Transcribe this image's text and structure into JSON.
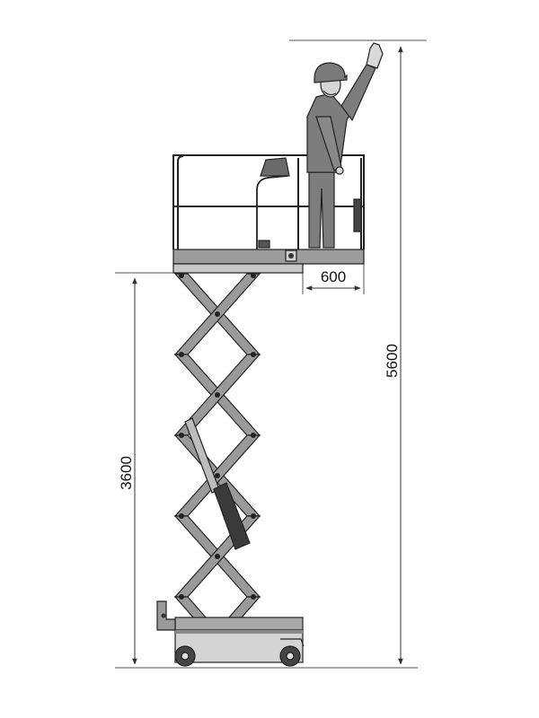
{
  "dimensions": {
    "platform_extension": "600",
    "platform_height": "3600",
    "working_height": "5600"
  },
  "colors": {
    "line": "#222222",
    "metal": "#8f8f8f",
    "metal_light": "#b4b4b4",
    "metal_dark": "#5a5a5a",
    "figure": "#7d7d7d",
    "dimension": "#333333"
  },
  "icons": [
    "worker-figure",
    "scissor-lift",
    "wheel-icon",
    "control-box-icon"
  ]
}
